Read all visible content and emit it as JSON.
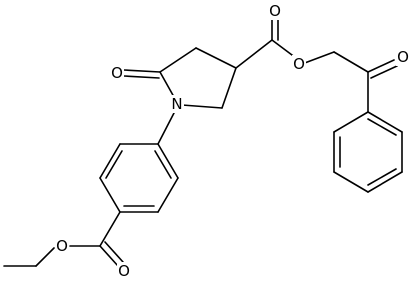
{
  "structure": {
    "atoms": {
      "o_ketone_ring": "O",
      "o_ester_carbonyl": "O",
      "o_ester_ether": "O",
      "o_phenacyl_ketone": "O",
      "n_ring": "N",
      "o_lower_carbonyl": "O",
      "o_lower_ether": "O"
    }
  }
}
